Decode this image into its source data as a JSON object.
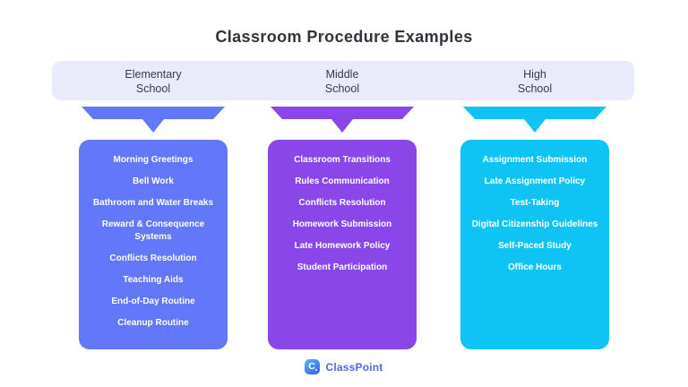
{
  "title": "Classroom Procedure Examples",
  "header": {
    "background": "#E9EBFB"
  },
  "columns": [
    {
      "label_line1": "Elementary",
      "label_line2": "School",
      "color": "#6277FA",
      "items": [
        "Morning Greetings",
        "Bell Work",
        "Bathroom and Water Breaks",
        "Reward & Consequence Systems",
        "Conflicts Resolution",
        "Teaching Aids",
        "End-of-Day Routine",
        "Cleanup Routine"
      ]
    },
    {
      "label_line1": "Middle",
      "label_line2": "School",
      "color": "#8A46E8",
      "items": [
        "Classroom Transitions",
        "Rules Communication",
        "Conflicts Resolution",
        "Homework Submission",
        "Late Homework Policy",
        "Student Participation"
      ]
    },
    {
      "label_line1": "High",
      "label_line2": "School",
      "color": "#0FC4F4",
      "items": [
        "Assignment Submission",
        "Late Assignment Policy",
        "Test-Taking",
        "Digital Citizenship Guidelines",
        "Self-Paced Study",
        "Office Hours"
      ]
    }
  ],
  "footer": {
    "brand": "ClassPoint",
    "logo_letter": "C",
    "brand_color": "#5766E2"
  }
}
